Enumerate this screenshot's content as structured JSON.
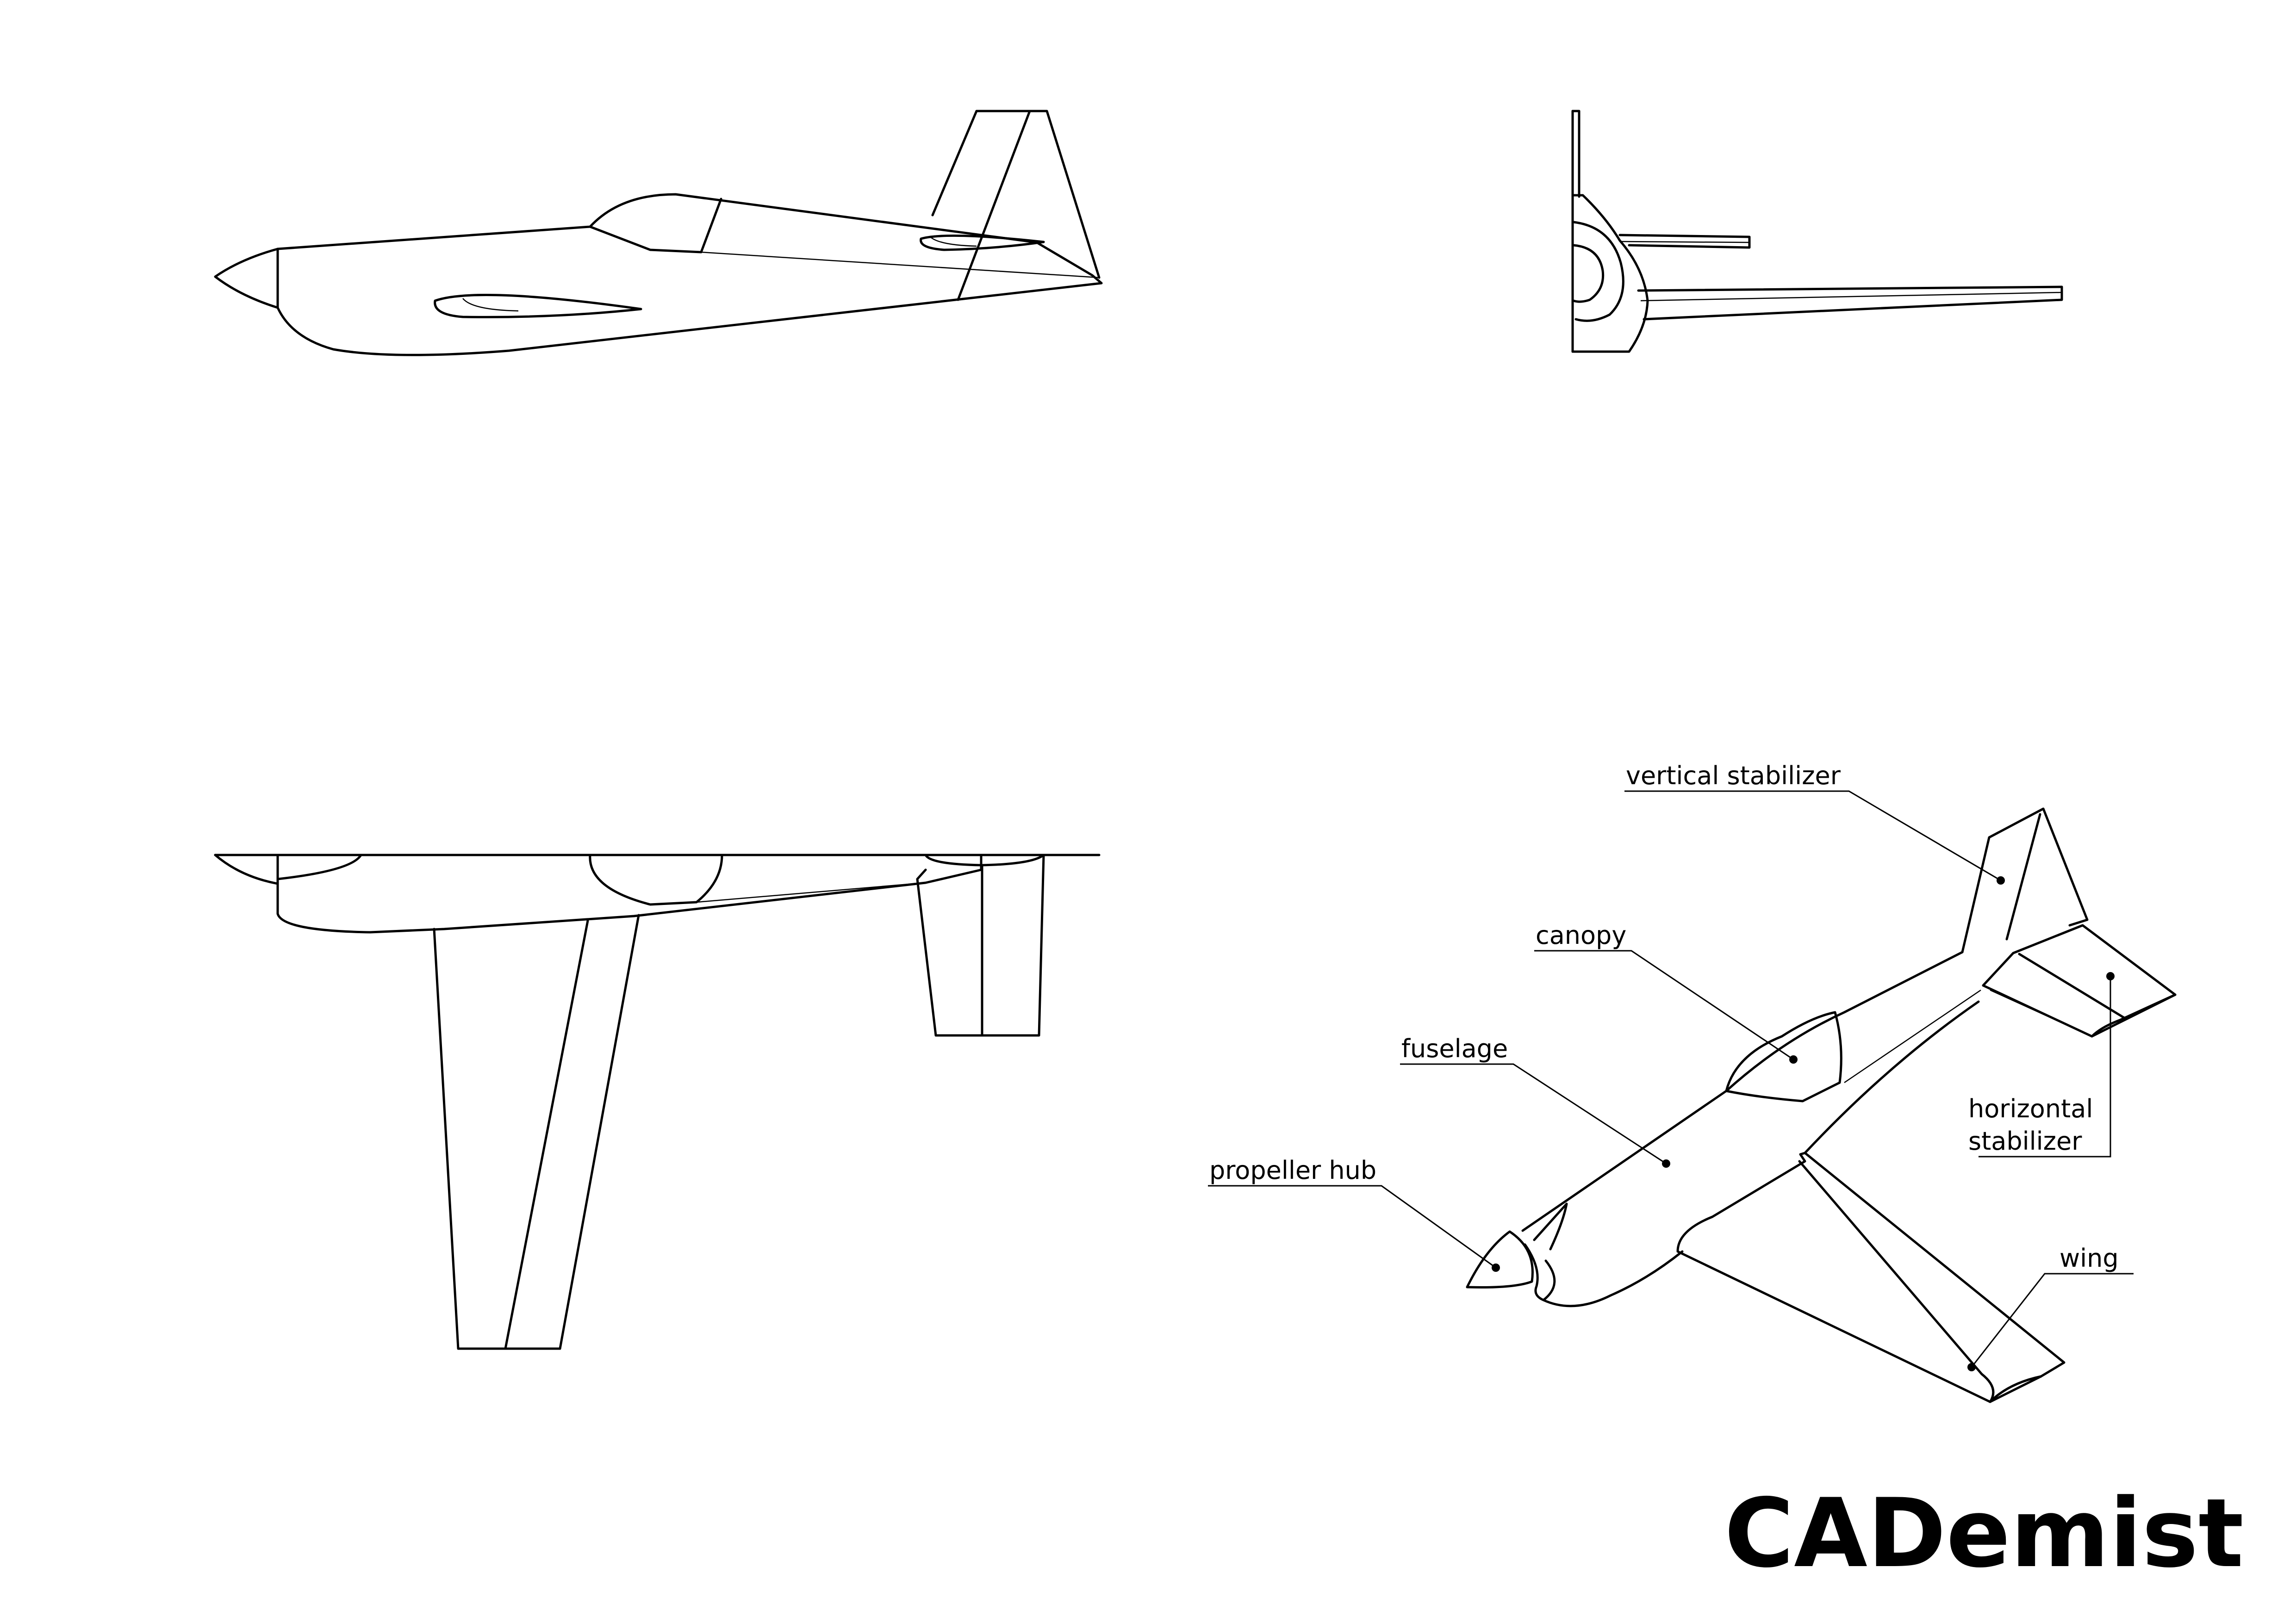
{
  "drawing": {
    "views": [
      "side-view",
      "front-view",
      "top-view",
      "isometric-view"
    ],
    "labels": {
      "vertical_stabilizer": "vertical stabilizer",
      "canopy": "canopy",
      "fuselage": "fuselage",
      "horizontal_stabilizer_line1": "horizontal",
      "horizontal_stabilizer_line2": "stabilizer",
      "propeller_hub": "propeller hub",
      "wing": "wing"
    },
    "brand": "CADemist",
    "line_color": "#000000",
    "background_color": "#ffffff"
  }
}
